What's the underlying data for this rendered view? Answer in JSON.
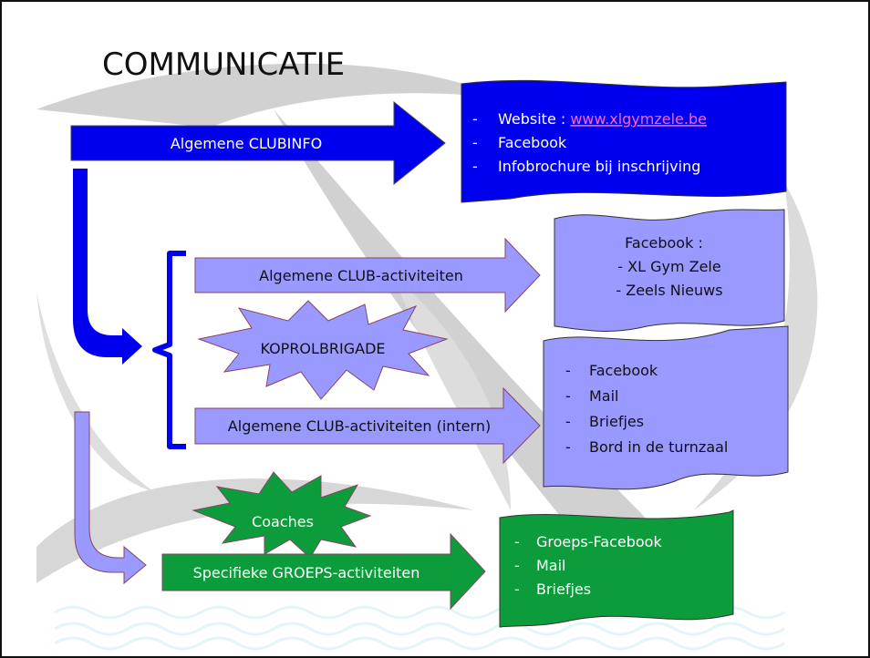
{
  "title": "COMMUNICATIE",
  "main_arrow_label": "Algemene CLUBINFO",
  "box_blue": {
    "bullets": [
      "-",
      "-",
      "-"
    ],
    "website_prefix": "Website : ",
    "website_link": "www.xlgymzele.be",
    "item2": "Facebook",
    "item3": "Infobrochure bij inschrijving"
  },
  "arrow_club": "Algemene CLUB-activiteiten",
  "box_fb": {
    "title": "Facebook :",
    "items": [
      "- XL Gym Zele",
      "- Zeels Nieuws"
    ]
  },
  "burst_koprol": "KOPROLBRIGADE",
  "arrow_club_intern": "Algemene CLUB-activiteiten (intern)",
  "box_intern": {
    "bullets": [
      "-",
      "-",
      "-",
      "-"
    ],
    "items": [
      "Facebook",
      "Mail",
      "Briefjes",
      "Bord in de turnzaal"
    ]
  },
  "burst_coaches": "Coaches",
  "arrow_groeps": "Specifieke GROEPS-activiteiten",
  "box_green": {
    "bullets": [
      "-",
      "-",
      "-"
    ],
    "items": [
      "Groeps-Facebook",
      "Mail",
      "Briefjes"
    ]
  },
  "colors": {
    "dark_blue": "#0000ee",
    "light_blue": "#9999ff",
    "green": "#0c9c3c",
    "link": "#ff66cc"
  }
}
